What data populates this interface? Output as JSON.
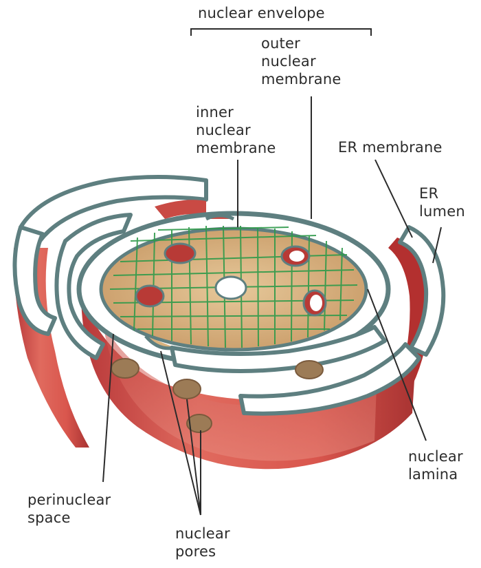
{
  "labels": {
    "nuclear_envelope": "nuclear envelope",
    "outer_nuclear_membrane": "outer\nnuclear\nmembrane",
    "inner_nuclear_membrane": "inner\nnuclear\nmembrane",
    "er_membrane": "ER membrane",
    "er_lumen": "ER\nlumen",
    "nuclear_lamina": "nuclear\nlamina",
    "perinuclear_space": "perinuclear\nspace",
    "nuclear_pores": "nuclear\npores"
  },
  "colors": {
    "membrane_red": "#cf4b45",
    "membrane_red_dark": "#a8302f",
    "membrane_outline": "#5e7f80",
    "lumen_white": "#ffffff",
    "nucleoplasm": "#d9b27e",
    "lamina_green": "#2e9a4a",
    "pore_fill": "#9c7b56",
    "label_text": "#2b2b2b",
    "leader_line": "#2b2b2b"
  }
}
